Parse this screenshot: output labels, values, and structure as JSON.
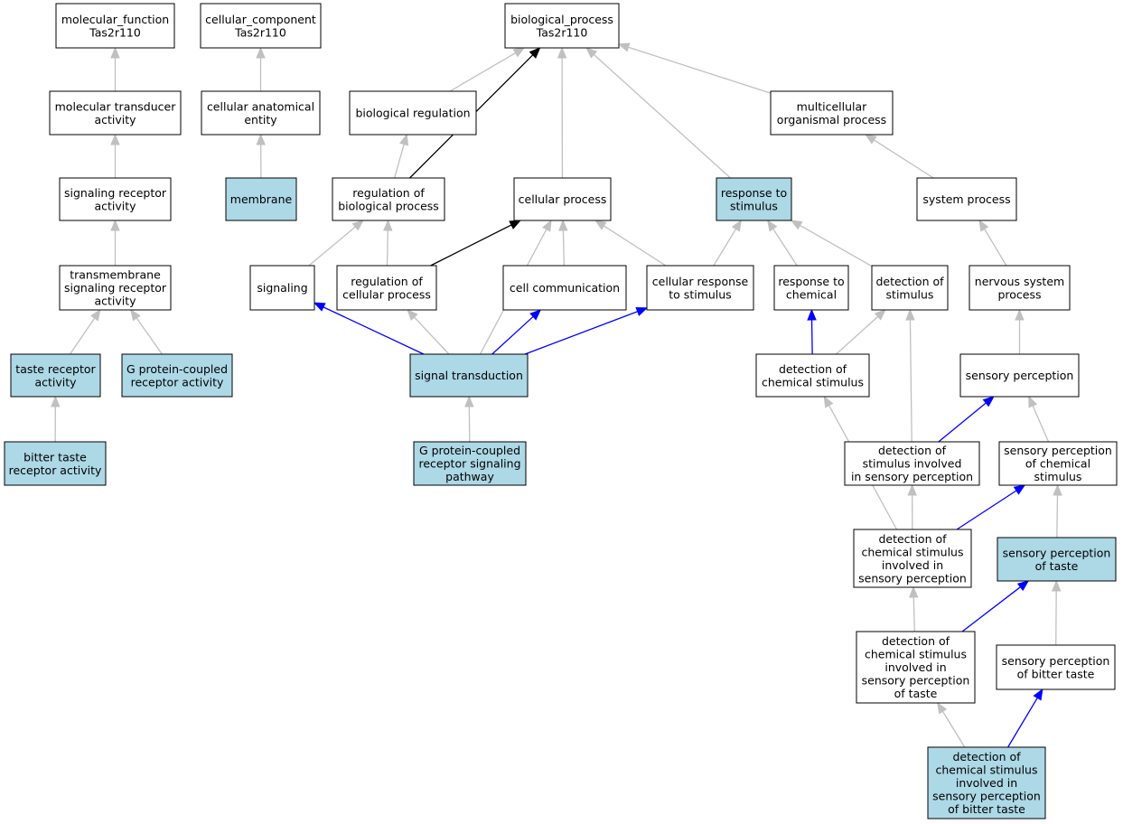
{
  "colors": {
    "highlight_fill": "#add8e6",
    "plain_fill": "#ffffff",
    "edge_gray": "#c0c0c0",
    "edge_blue": "#0000ff",
    "edge_black": "#000000"
  },
  "nodes": [
    {
      "id": "mf",
      "lines": [
        "molecular_function",
        "Tas2r110"
      ],
      "hl": false
    },
    {
      "id": "cc",
      "lines": [
        "cellular_component",
        "Tas2r110"
      ],
      "hl": false
    },
    {
      "id": "bp",
      "lines": [
        "biological_process",
        "Tas2r110"
      ],
      "hl": false
    },
    {
      "id": "mta",
      "lines": [
        "molecular transducer",
        "activity"
      ],
      "hl": false
    },
    {
      "id": "cae",
      "lines": [
        "cellular anatomical",
        "entity"
      ],
      "hl": false
    },
    {
      "id": "breg",
      "lines": [
        "biological regulation"
      ],
      "hl": false
    },
    {
      "id": "mop",
      "lines": [
        "multicellular",
        "organismal process"
      ],
      "hl": false
    },
    {
      "id": "sra",
      "lines": [
        "signaling receptor",
        "activity"
      ],
      "hl": false
    },
    {
      "id": "mem",
      "lines": [
        "membrane"
      ],
      "hl": true
    },
    {
      "id": "rbp",
      "lines": [
        "regulation of",
        "biological process"
      ],
      "hl": false
    },
    {
      "id": "cp",
      "lines": [
        "cellular process"
      ],
      "hl": false
    },
    {
      "id": "rts",
      "lines": [
        "response to",
        "stimulus"
      ],
      "hl": true
    },
    {
      "id": "sp",
      "lines": [
        "system process"
      ],
      "hl": false
    },
    {
      "id": "tsra",
      "lines": [
        "transmembrane",
        "signaling receptor",
        "activity"
      ],
      "hl": false
    },
    {
      "id": "sig",
      "lines": [
        "signaling"
      ],
      "hl": false
    },
    {
      "id": "rcp",
      "lines": [
        "regulation of",
        "cellular process"
      ],
      "hl": false
    },
    {
      "id": "cc2",
      "lines": [
        "cell communication"
      ],
      "hl": false
    },
    {
      "id": "crs",
      "lines": [
        "cellular response",
        "to stimulus"
      ],
      "hl": false
    },
    {
      "id": "rtc",
      "lines": [
        "response to",
        "chemical"
      ],
      "hl": false
    },
    {
      "id": "dos",
      "lines": [
        "detection of",
        "stimulus"
      ],
      "hl": false
    },
    {
      "id": "nsp",
      "lines": [
        "nervous system",
        "process"
      ],
      "hl": false
    },
    {
      "id": "tra",
      "lines": [
        "taste receptor",
        "activity"
      ],
      "hl": true
    },
    {
      "id": "gpcra",
      "lines": [
        "G protein-coupled",
        "receptor activity"
      ],
      "hl": true
    },
    {
      "id": "st",
      "lines": [
        "signal transduction"
      ],
      "hl": true
    },
    {
      "id": "docs",
      "lines": [
        "detection of",
        "chemical stimulus"
      ],
      "hl": false
    },
    {
      "id": "sperc",
      "lines": [
        "sensory perception"
      ],
      "hl": false
    },
    {
      "id": "btra",
      "lines": [
        "bitter taste",
        "receptor activity"
      ],
      "hl": true
    },
    {
      "id": "gpcrsp",
      "lines": [
        "G protein-coupled",
        "receptor signaling",
        "pathway"
      ],
      "hl": true
    },
    {
      "id": "dsisp",
      "lines": [
        "detection of",
        "stimulus involved",
        "in sensory perception"
      ],
      "hl": false
    },
    {
      "id": "spcs",
      "lines": [
        "sensory perception",
        "of chemical",
        "stimulus"
      ],
      "hl": false
    },
    {
      "id": "dcsisp",
      "lines": [
        "detection of",
        "chemical stimulus",
        "involved in",
        "sensory perception"
      ],
      "hl": false
    },
    {
      "id": "spt",
      "lines": [
        "sensory perception",
        "of taste"
      ],
      "hl": true
    },
    {
      "id": "dcsispt",
      "lines": [
        "detection of",
        "chemical stimulus",
        "involved in",
        "sensory perception",
        "of taste"
      ],
      "hl": false
    },
    {
      "id": "spbt",
      "lines": [
        "sensory perception",
        "of bitter taste"
      ],
      "hl": false
    },
    {
      "id": "dcsispbt",
      "lines": [
        "detection of",
        "chemical stimulus",
        "involved in",
        "sensory perception",
        "of bitter taste"
      ],
      "hl": true
    }
  ],
  "edges": [
    {
      "from": "mta",
      "to": "mf",
      "color": "gray"
    },
    {
      "from": "sra",
      "to": "mta",
      "color": "gray"
    },
    {
      "from": "tsra",
      "to": "sra",
      "color": "gray"
    },
    {
      "from": "tra",
      "to": "tsra",
      "color": "gray"
    },
    {
      "from": "gpcra",
      "to": "tsra",
      "color": "gray"
    },
    {
      "from": "btra",
      "to": "tra",
      "color": "gray"
    },
    {
      "from": "cae",
      "to": "cc",
      "color": "gray"
    },
    {
      "from": "mem",
      "to": "cae",
      "color": "gray"
    },
    {
      "from": "breg",
      "to": "bp",
      "color": "gray"
    },
    {
      "from": "rbp",
      "to": "breg",
      "color": "gray"
    },
    {
      "from": "rbp",
      "to": "bp",
      "color": "black"
    },
    {
      "from": "cp",
      "to": "bp",
      "color": "gray"
    },
    {
      "from": "rts",
      "to": "bp",
      "color": "gray"
    },
    {
      "from": "mop",
      "to": "bp",
      "color": "gray"
    },
    {
      "from": "sp",
      "to": "mop",
      "color": "gray"
    },
    {
      "from": "nsp",
      "to": "sp",
      "color": "gray"
    },
    {
      "from": "sperc",
      "to": "nsp",
      "color": "gray"
    },
    {
      "from": "sig",
      "to": "rbp",
      "color": "gray"
    },
    {
      "from": "rcp",
      "to": "rbp",
      "color": "gray"
    },
    {
      "from": "rcp",
      "to": "cp",
      "color": "black"
    },
    {
      "from": "cc2",
      "to": "cp",
      "color": "gray"
    },
    {
      "from": "crs",
      "to": "cp",
      "color": "gray"
    },
    {
      "from": "crs",
      "to": "rts",
      "color": "gray"
    },
    {
      "from": "rtc",
      "to": "rts",
      "color": "gray"
    },
    {
      "from": "dos",
      "to": "rts",
      "color": "gray"
    },
    {
      "from": "st",
      "to": "sig",
      "color": "blue"
    },
    {
      "from": "st",
      "to": "rcp",
      "color": "gray"
    },
    {
      "from": "st",
      "to": "cp",
      "color": "gray"
    },
    {
      "from": "st",
      "to": "cc2",
      "color": "blue"
    },
    {
      "from": "st",
      "to": "crs",
      "color": "blue"
    },
    {
      "from": "gpcrsp",
      "to": "st",
      "color": "gray"
    },
    {
      "from": "docs",
      "to": "rtc",
      "color": "blue"
    },
    {
      "from": "docs",
      "to": "dos",
      "color": "gray"
    },
    {
      "from": "dsisp",
      "to": "dos",
      "color": "gray"
    },
    {
      "from": "dsisp",
      "to": "sperc",
      "color": "blue"
    },
    {
      "from": "spcs",
      "to": "sperc",
      "color": "gray"
    },
    {
      "from": "dcsisp",
      "to": "docs",
      "color": "gray"
    },
    {
      "from": "dcsisp",
      "to": "dsisp",
      "color": "gray"
    },
    {
      "from": "dcsisp",
      "to": "spcs",
      "color": "blue"
    },
    {
      "from": "spt",
      "to": "spcs",
      "color": "gray"
    },
    {
      "from": "dcsispt",
      "to": "dcsisp",
      "color": "gray"
    },
    {
      "from": "dcsispt",
      "to": "spt",
      "color": "blue"
    },
    {
      "from": "spbt",
      "to": "spt",
      "color": "gray"
    },
    {
      "from": "dcsispbt",
      "to": "dcsispt",
      "color": "gray"
    },
    {
      "from": "dcsispbt",
      "to": "spbt",
      "color": "blue"
    }
  ]
}
